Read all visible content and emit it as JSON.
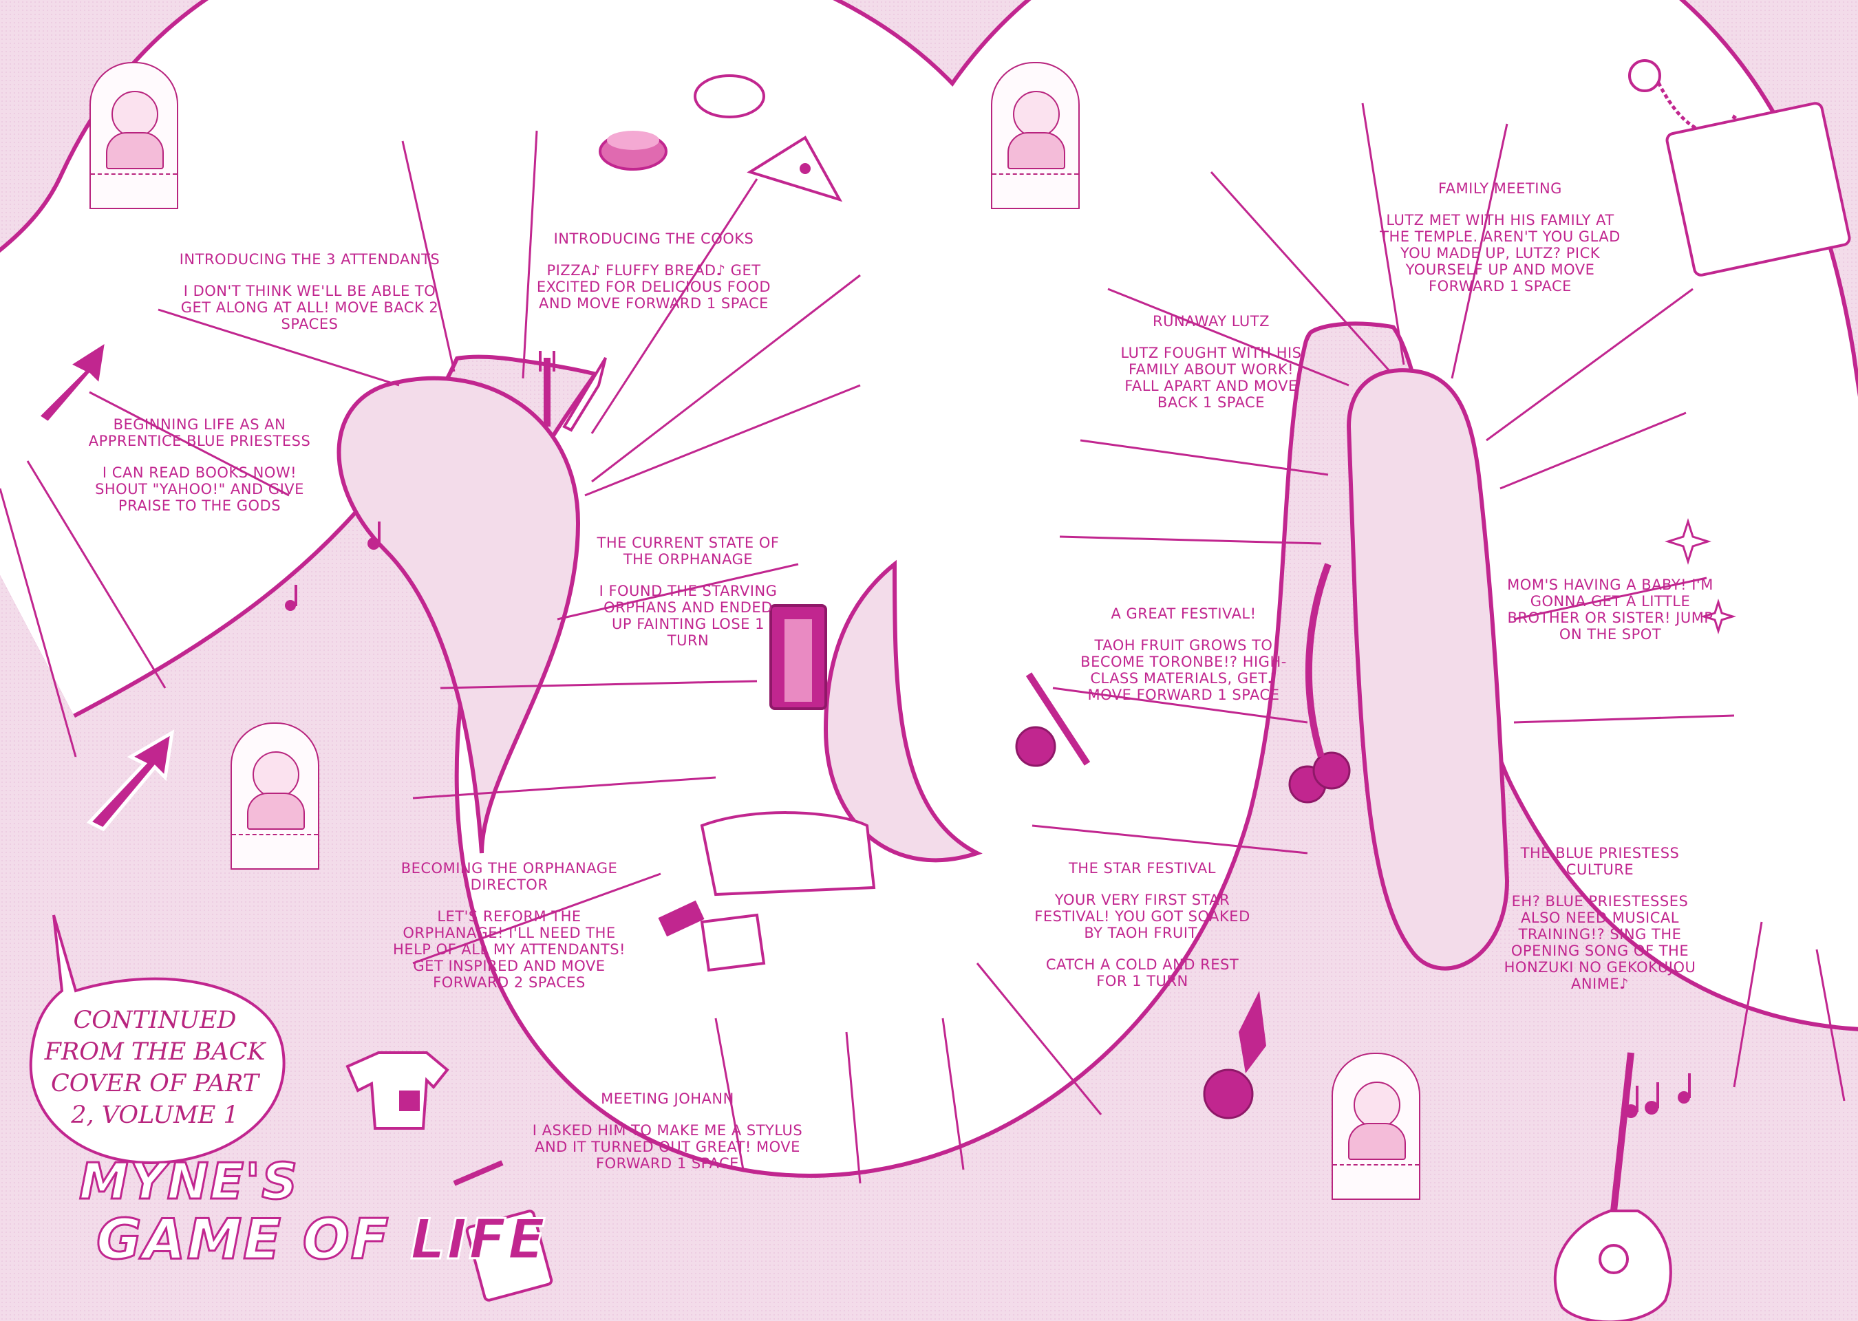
{
  "title": {
    "continued_text": "CONTINUED FROM THE BACK COVER OF PART 2, VOLUME 1",
    "game_name": "MYNE'S",
    "game_subtitle": "GAME OF",
    "game_life": "LIFE"
  },
  "spaces": [
    {
      "title": "INTRODUCING THE 3 ATTENDANTS",
      "body": "I DON'T THINK WE'LL BE ABLE TO GET ALONG AT ALL! MOVE BACK 2 SPACES",
      "extra": ""
    },
    {
      "title": "BEGINNING LIFE AS AN APPRENTICE BLUE PRIESTESS",
      "body": "I CAN READ BOOKS NOW! SHOUT \"YAHOO!\" AND GIVE PRAISE TO THE GODS",
      "extra": ""
    },
    {
      "title": "INTRODUCING THE COOKS",
      "body": "PIZZA♪ FLUFFY BREAD♪ GET EXCITED FOR DELICIOUS FOOD AND MOVE FORWARD 1 SPACE",
      "extra": ""
    },
    {
      "title": "THE CURRENT STATE OF THE ORPHANAGE",
      "body": "I FOUND THE STARVING ORPHANS AND ENDED UP FAINTING LOSE 1 TURN",
      "extra": ""
    },
    {
      "title": "BECOMING THE ORPHANAGE DIRECTOR",
      "body": "LET'S REFORM THE ORPHANAGE! I'LL NEED THE HELP OF ALL MY ATTENDANTS! GET INSPIRED AND MOVE FORWARD 2 SPACES",
      "extra": ""
    },
    {
      "title": "MEETING JOHANN",
      "body": "I ASKED HIM TO MAKE ME A STYLUS AND IT TURNED OUT GREAT! MOVE FORWARD 1 SPACE",
      "extra": ""
    },
    {
      "title": "RUNAWAY LUTZ",
      "body": "LUTZ FOUGHT WITH HIS FAMILY ABOUT WORK! FALL APART AND MOVE BACK 1 SPACE",
      "extra": ""
    },
    {
      "title": "A GREAT FESTIVAL!",
      "body": "TAOH FRUIT GROWS TO BECOME TORONBE!? HIGH-CLASS MATERIALS, GET♪ MOVE FORWARD 1 SPACE",
      "extra": ""
    },
    {
      "title": "THE STAR FESTIVAL",
      "body": "YOUR VERY FIRST STAR FESTIVAL! YOU GOT SOAKED BY TAOH FRUIT.",
      "extra": "CATCH A COLD AND REST FOR 1 TURN"
    },
    {
      "title": "FAMILY MEETING",
      "body": "LUTZ MET WITH HIS FAMILY AT THE TEMPLE. AREN'T YOU GLAD YOU MADE UP, LUTZ? PICK YOURSELF UP AND MOVE FORWARD 1 SPACE",
      "extra": ""
    },
    {
      "title": "",
      "body": "MOM'S HAVING A BABY! I'M GONNA GET A LITTLE BROTHER OR SISTER! JUMP ON THE SPOT",
      "extra": ""
    },
    {
      "title": "THE BLUE PRIESTESS CULTURE",
      "body": "EH? BLUE PRIESTESSES ALSO NEED MUSICAL TRAINING!? SING THE OPENING SONG OF THE HONZUKI NO GEKOKUJOU ANIME♪",
      "extra": ""
    }
  ],
  "colors": {
    "ink": "#c1268f",
    "background": "#f3dcea",
    "track": "#ffffff"
  },
  "icons": [
    "pointer-arrow-icon",
    "music-note-icon",
    "sparkle-icon",
    "bread-icon",
    "pizza-icon",
    "fork-icon",
    "knife-icon",
    "book-icon",
    "cloth-icon",
    "taoh-fruit-icon",
    "harp-icon",
    "stylus-icon",
    "shirt-icon",
    "rosary-icon"
  ]
}
